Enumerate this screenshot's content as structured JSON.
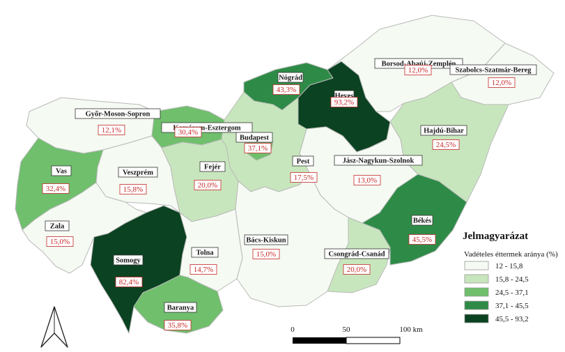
{
  "legend": {
    "title": "Jelmagyarázat",
    "subtitle": "Vadételes éttermek aránya (%)",
    "classes": [
      {
        "label": "12 - 15,8",
        "color": "#f5faf2"
      },
      {
        "label": "15,8 - 24,5",
        "color": "#c8e6bd"
      },
      {
        "label": "24,5 - 37,1",
        "color": "#6fbf6c"
      },
      {
        "label": "37,1 - 45,5",
        "color": "#2e8b47"
      },
      {
        "label": "45,5 - 93,2",
        "color": "#0b4221"
      }
    ]
  },
  "scalebar": {
    "labels": [
      "0",
      "50",
      "100 km"
    ]
  },
  "north_arrow": {
    "icon": "north-arrow-icon"
  },
  "counties": [
    {
      "name": "Győr-Moson-Sopron",
      "value": "12,1%",
      "class": 0
    },
    {
      "name": "Komárom-Esztergom",
      "value": "30,4%",
      "class": 2
    },
    {
      "name": "Nógrád",
      "value": "43,3%",
      "class": 3
    },
    {
      "name": "Heves",
      "value": "93,2%",
      "class": 4
    },
    {
      "name": "Borsod-Abaúj-Zemplén",
      "value": "12,0%",
      "class": 0
    },
    {
      "name": "Szabolcs-Szatmár-Bereg",
      "value": "12,0%",
      "class": 0
    },
    {
      "name": "Hajdú-Bihar",
      "value": "24,5%",
      "class": 1
    },
    {
      "name": "Jász-Nagykun-Szolnok",
      "value": "13,0%",
      "class": 0
    },
    {
      "name": "Pest",
      "value": "17,5%",
      "class": 1
    },
    {
      "name": "Budapest",
      "value": "37,1%",
      "class": 2
    },
    {
      "name": "Fejér",
      "value": "20,0%",
      "class": 1
    },
    {
      "name": "Veszprém",
      "value": "15,8%",
      "class": 0
    },
    {
      "name": "Vas",
      "value": "32,4%",
      "class": 2
    },
    {
      "name": "Zala",
      "value": "15,0%",
      "class": 0
    },
    {
      "name": "Somogy",
      "value": "82,4%",
      "class": 4
    },
    {
      "name": "Tolna",
      "value": "14,7%",
      "class": 0
    },
    {
      "name": "Baranya",
      "value": "35,8%",
      "class": 2
    },
    {
      "name": "Bács-Kiskun",
      "value": "15,0%",
      "class": 0
    },
    {
      "name": "Csongrád-Csanád",
      "value": "20,0%",
      "class": 1
    },
    {
      "name": "Békés",
      "value": "45,5%",
      "class": 3
    }
  ]
}
